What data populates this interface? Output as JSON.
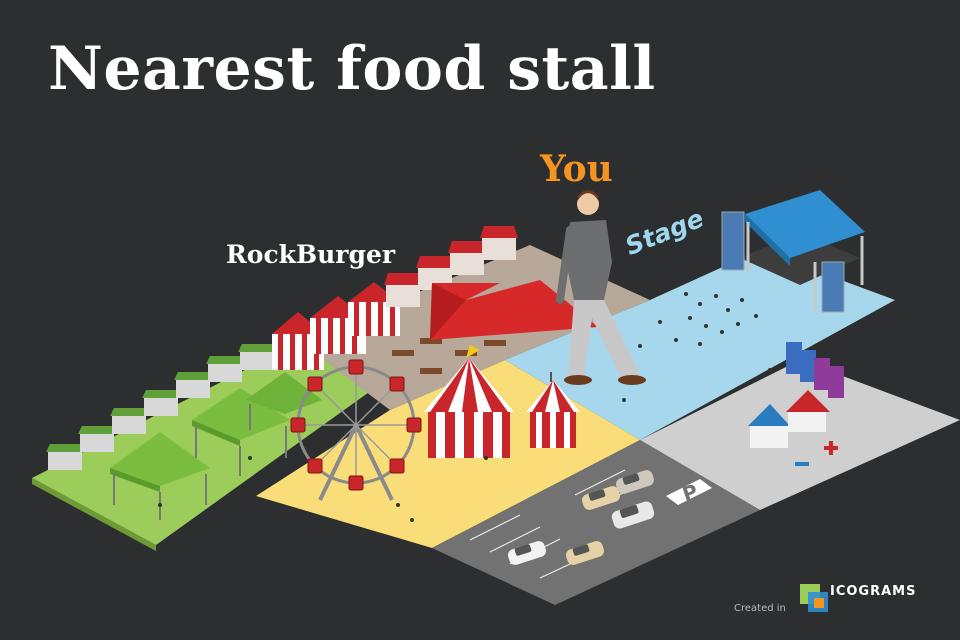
{
  "title": "Nearest food stall",
  "you_label": "You",
  "stall_label": "RockBurger",
  "stage_sign": "Stage",
  "parking_sign": "P",
  "credit": {
    "prefix": "Created in",
    "brand": "ICOGRAMS"
  },
  "colors": {
    "background": "#2d2e30",
    "title": "#ffffff",
    "you_label": "#f3951f",
    "arrow": "#d8292a",
    "market_zone": "#9ccc5a",
    "fun_zone": "#f9dd78",
    "stage_zone": "#a7d7ec",
    "parking_zone": "#727272",
    "food_zone": "#b7a89a"
  },
  "icons": [
    "you-person-icon",
    "direction-arrow-icon",
    "ferris-wheel-icon",
    "circus-tent-icon",
    "market-tent-icon",
    "stage-icon",
    "portable-toilet-icon",
    "first-aid-tent-icon",
    "car-icon",
    "parking-icon",
    "icograms-logo-icon"
  ]
}
